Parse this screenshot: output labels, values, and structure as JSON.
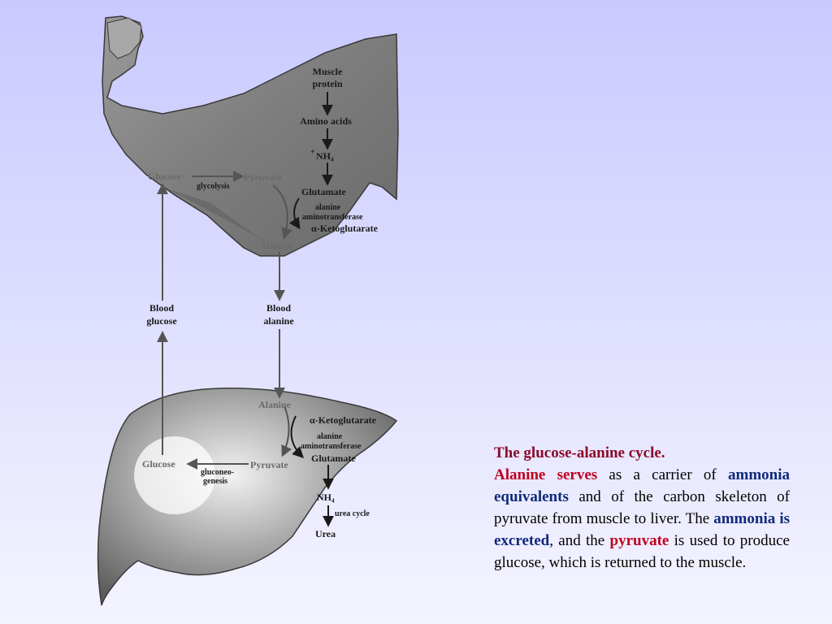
{
  "muscle": {
    "muscle_protein_1": "Muscle",
    "muscle_protein_2": "protein",
    "amino_acids": "Amino acids",
    "nh4": "NH₄",
    "nh4_charge": "+",
    "glucose": "Glucose",
    "pyruvate": "Pyruvate",
    "glycolysis": "glycolysis",
    "glutamate": "Glutamate",
    "enzyme_1": "alanine",
    "enzyme_2": "aminotransferase",
    "ketoglutarate": "α-Ketoglutarate",
    "alanine": "Alanine"
  },
  "blood": {
    "glucose_1": "Blood",
    "glucose_2": "glucose",
    "alanine_1": "Blood",
    "alanine_2": "alanine"
  },
  "liver": {
    "alanine": "Alanine",
    "ketoglutarate": "α-Ketoglutarate",
    "enzyme_1": "alanine",
    "enzyme_2": "aminotransferase",
    "glutamate": "Glutamate",
    "pyruvate": "Pyruvate",
    "glucose": "Glucose",
    "gluconeo_1": "gluconeo-",
    "gluconeo_2": "genesis",
    "nh4": "NH₄",
    "urea_cycle": "urea cycle",
    "urea": "Urea"
  },
  "caption": {
    "title": "The glucose-alanine cycle.",
    "part1": "Alanine serves",
    "part2": " as a carrier of ",
    "part3": "ammonia equivalents",
    "part4": " and of the carbon skeleton of pyruvate from muscle to liver. The ",
    "part5": "ammonia is excreted",
    "part6": ", and the ",
    "part7": "pyruvate",
    "part8": " is used to produce glucose, which is returned to the muscle."
  },
  "colors": {
    "title": "#8b0a2a",
    "emphasis_red": "#c00020",
    "emphasis_navy": "#102a7a"
  }
}
